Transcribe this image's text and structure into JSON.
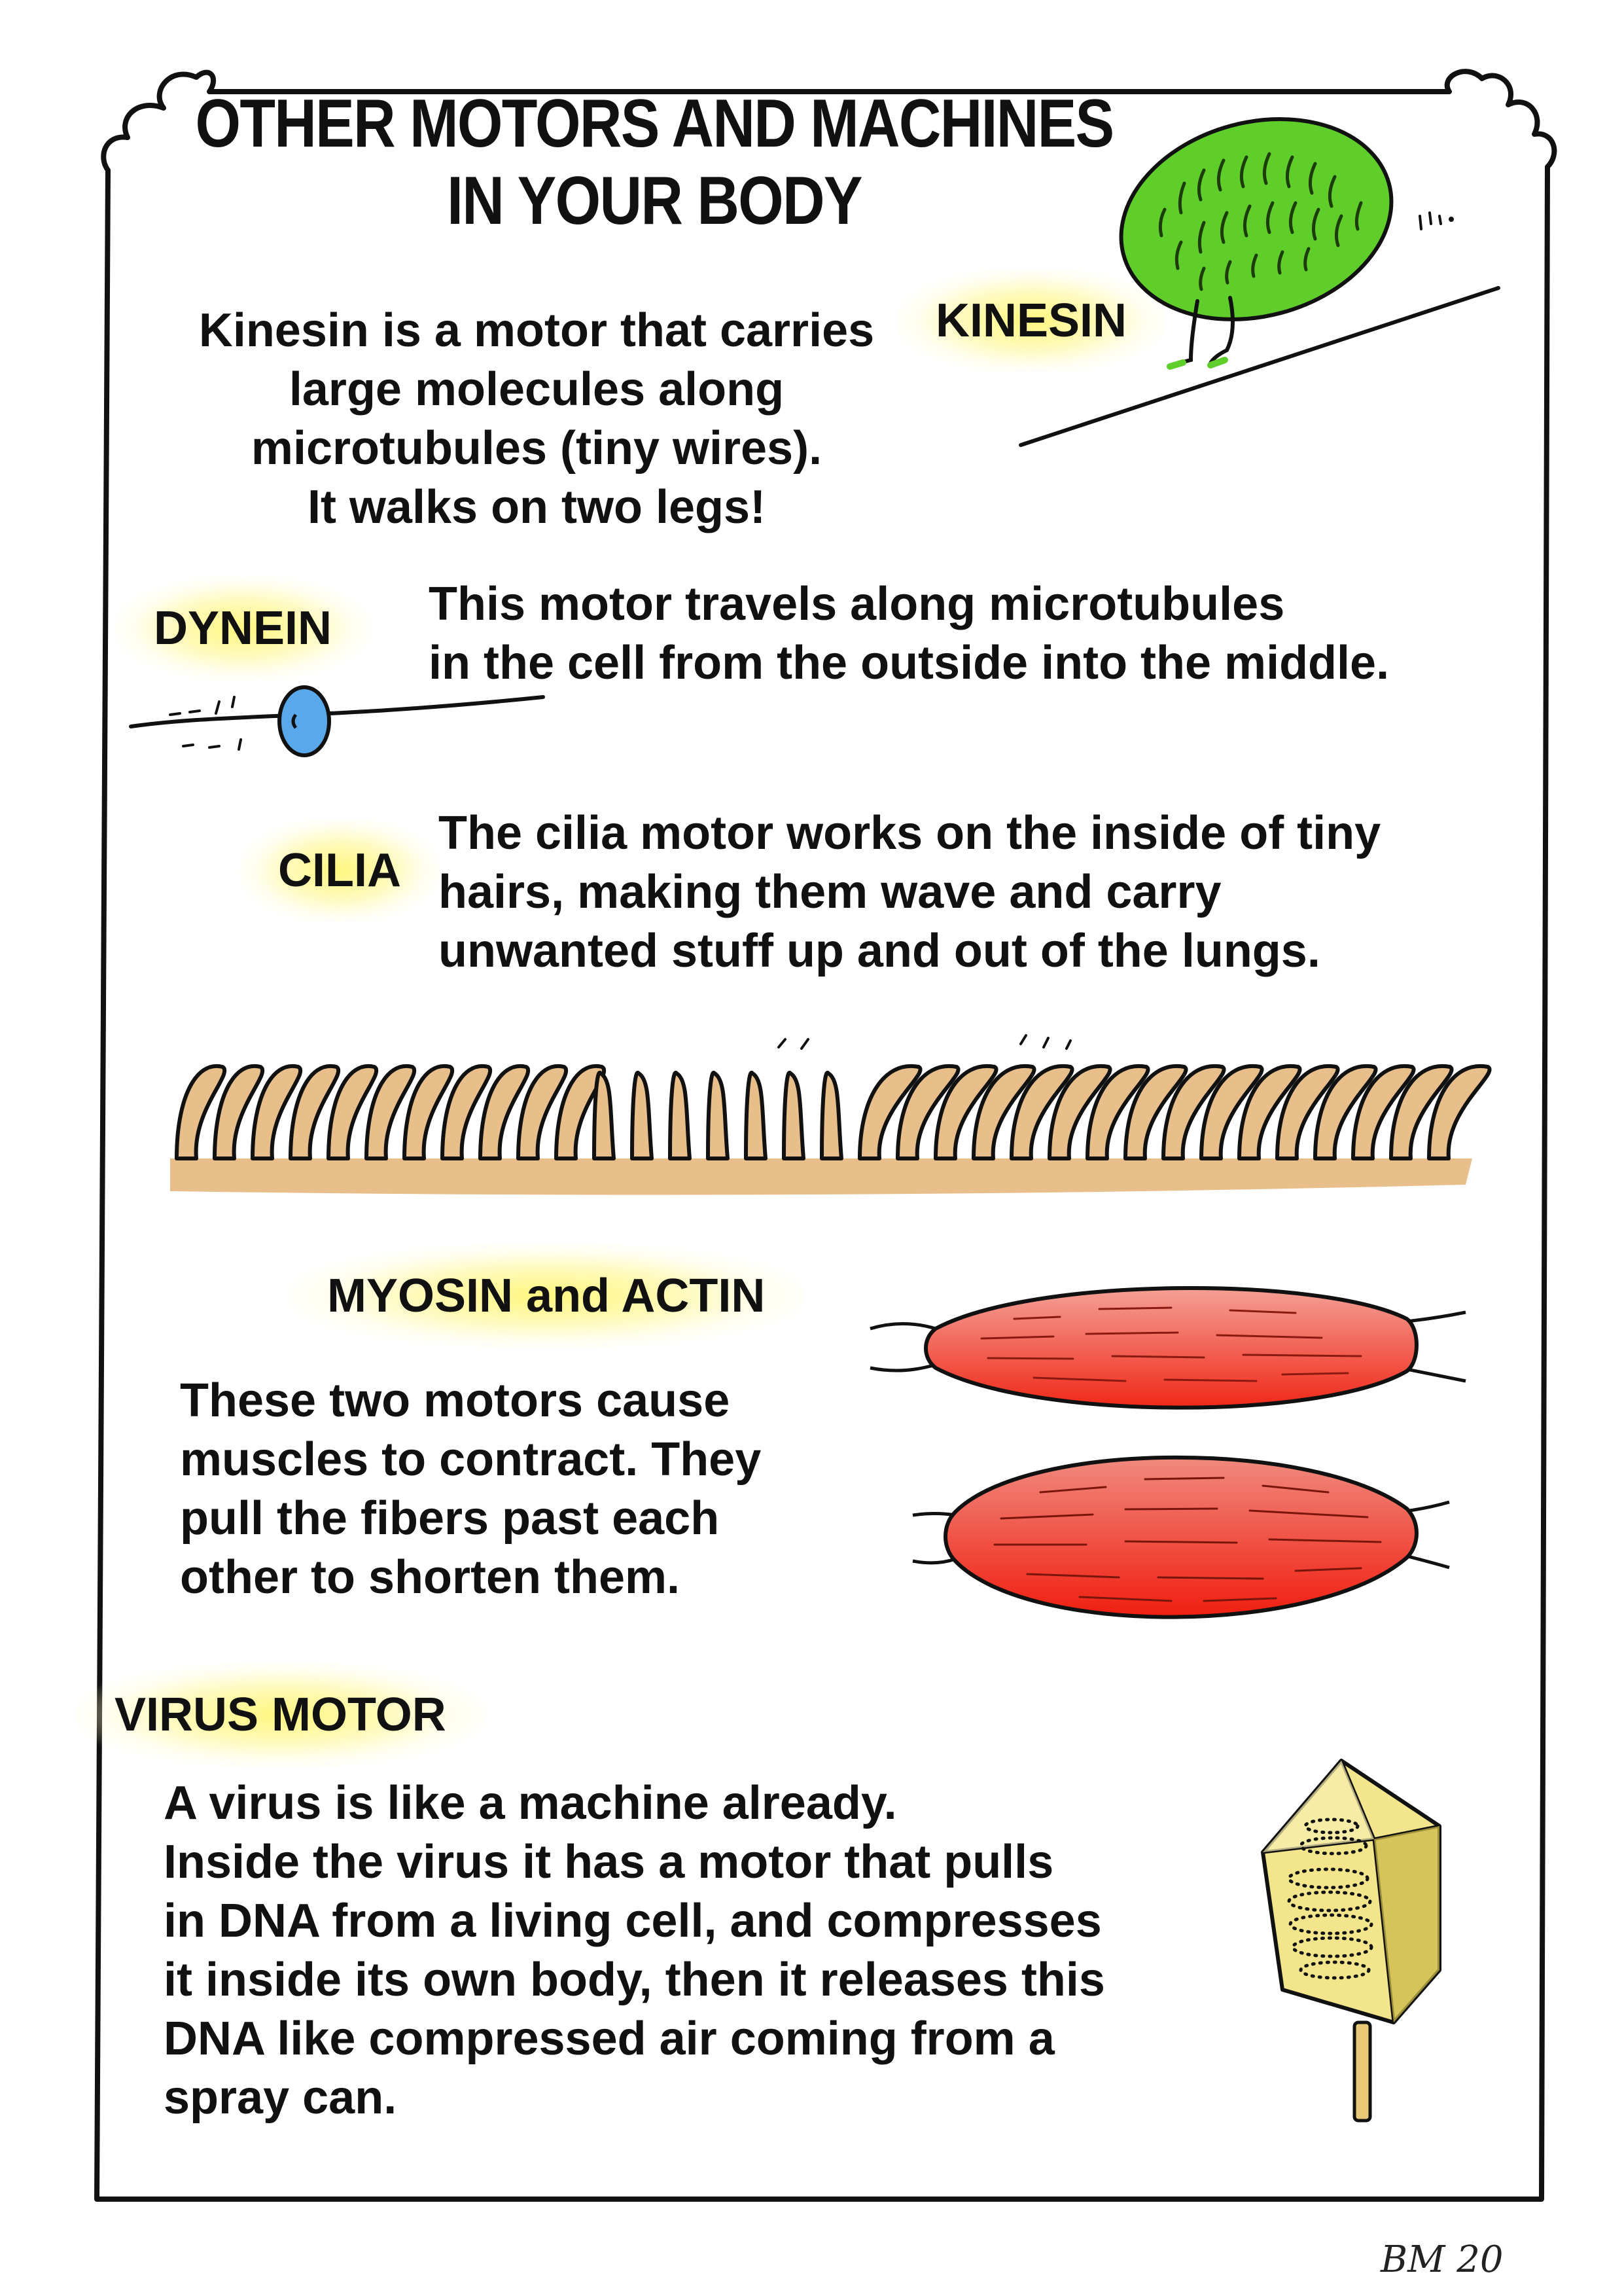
{
  "title": {
    "line1": "OTHER MOTORS AND MACHINES",
    "line2": "IN YOUR BODY"
  },
  "kinesin": {
    "label": "KINESIN",
    "text": [
      "Kinesin is a motor that carries",
      "large molecules along",
      "microtubules (tiny wires).",
      "It walks on two legs!"
    ]
  },
  "dynein": {
    "label": "DYNEIN",
    "text": [
      "This motor travels along microtubules",
      "in the cell from the outside into the middle."
    ]
  },
  "cilia": {
    "label": "CILIA",
    "text": [
      "The cilia motor works on the inside of tiny",
      "hairs, making them wave and carry",
      "unwanted stuff up and out of the lungs."
    ]
  },
  "myosin": {
    "label": "MYOSIN and ACTIN",
    "text": [
      "These two motors cause",
      "muscles to contract. They",
      "pull the fibers past each",
      "other to shorten them."
    ]
  },
  "virus": {
    "label": "VIRUS MOTOR",
    "text": [
      "A virus is like a machine already.",
      "Inside the virus it has a motor that pulls",
      "in DNA from a living cell, and compresses",
      "it inside its own body, then it releases this",
      "DNA like compressed air coming from a",
      "spray can."
    ]
  },
  "signature": "BM 20",
  "colors": {
    "highlight": "#fff37a",
    "kinesin_green": "#5fce2a",
    "dynein_blue": "#5aa8ec",
    "cilia_tan": "#e8be8a",
    "muscle_red": "#f03020",
    "virus_yellow": "#f2e58c"
  }
}
